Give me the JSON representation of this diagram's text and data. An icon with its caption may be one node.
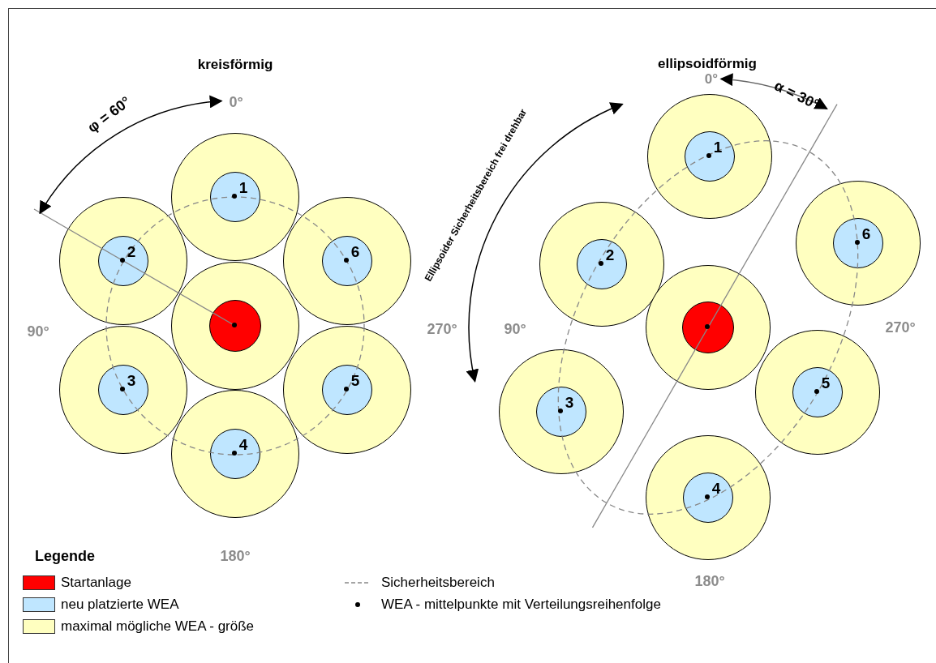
{
  "diagram": {
    "nodes": [
      {
        "text": [],
        "shape": "circle"
      },
      {
        "text": [
          "1"
        ],
        "in": 0
      },
      {
        "text": [],
        "shape": "circle"
      },
      {
        "text": [
          "2"
        ],
        "in": 2
      },
      {
        "text": [],
        "shape": "circle"
      },
      {
        "text": [
          "6"
        ],
        "in": 4
      },
      {
        "text": [],
        "shape": "circle"
      },
      {
        "text": [],
        "shape": "circle",
        "in": 6
      },
      {
        "text": [],
        "shape": "circle"
      },
      {
        "text": [
          "3"
        ],
        "in": 8
      },
      {
        "text": [],
        "shape": "circle"
      },
      {
        "text": [
          "5"
        ],
        "in": 10
      },
      {
        "text": [],
        "shape": "circle"
      },
      {
        "text": [
          "4"
        ],
        "in": 12
      },
      {
        "text": [],
        "shape": "circle"
      },
      {
        "text": [
          "1"
        ],
        "in": 14
      },
      {
        "text": [],
        "shape": "circle"
      },
      {
        "text": [
          "2"
        ],
        "in": 16
      },
      {
        "text": [],
        "shape": "circle"
      },
      {
        "text": [
          "6"
        ],
        "in": 18
      },
      {
        "text": [],
        "shape": "circle"
      },
      {
        "text": [],
        "shape": "circle",
        "in": 20
      },
      {
        "text": [],
        "shape": "circle"
      },
      {
        "text": [
          "3"
        ],
        "in": 22
      },
      {
        "text": [],
        "shape": "circle"
      },
      {
        "text": [
          "5"
        ],
        "in": 24
      },
      {
        "text": [],
        "shape": "circle"
      },
      {
        "text": [
          "4"
        ],
        "in": 26
      }
    ],
    "labels": [
      "kreisförmig",
      "ellipsoidförmig",
      "0°",
      "α = 30°",
      "0°",
      "φ = 60°",
      "Ellipsoider Sicherheitsbereich frei drehbar",
      "90°",
      "270°",
      "90°",
      "270°",
      "Legende",
      "180°",
      "180°"
    ],
    "legend": [
      {
        "text": "Startanlage",
        "color": "#ff0000"
      },
      {
        "text": "neu platzierte WEA",
        "color": "#bfe6ff"
      },
      {
        "text": "maximal mögliche WEA - größe",
        "color": "#ffffc0"
      },
      {
        "text": "Sicherheitsbereich"
      },
      {
        "text": "WEA - mittelpunkte mit Verteilungsreihenfolge"
      }
    ]
  }
}
